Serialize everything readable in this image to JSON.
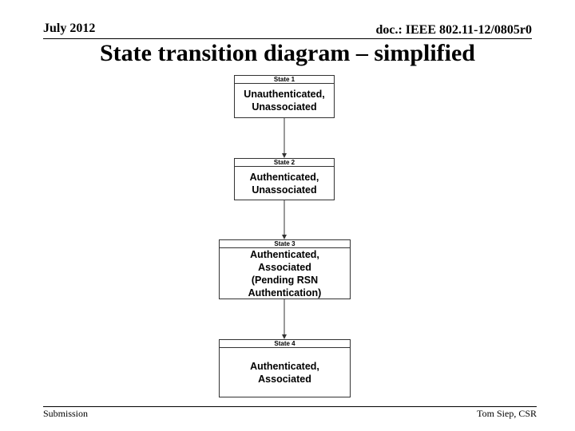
{
  "header": {
    "date": "July 2012",
    "doc": "doc.: IEEE 802.11-12/0805r0"
  },
  "title": "State transition diagram – simplified",
  "states": [
    {
      "label": "State 1",
      "lines": [
        "Unauthenticated,",
        "Unassociated"
      ]
    },
    {
      "label": "State 2",
      "lines": [
        "Authenticated,",
        "Unassociated"
      ]
    },
    {
      "label": "State 3",
      "lines": [
        "Authenticated,",
        "Associated",
        "(Pending RSN",
        "Authentication)"
      ]
    },
    {
      "label": "State 4",
      "lines": [
        "Authenticated,",
        "Associated"
      ]
    }
  ],
  "footer": {
    "left": "Submission",
    "right": "Tom Siep, CSR"
  }
}
